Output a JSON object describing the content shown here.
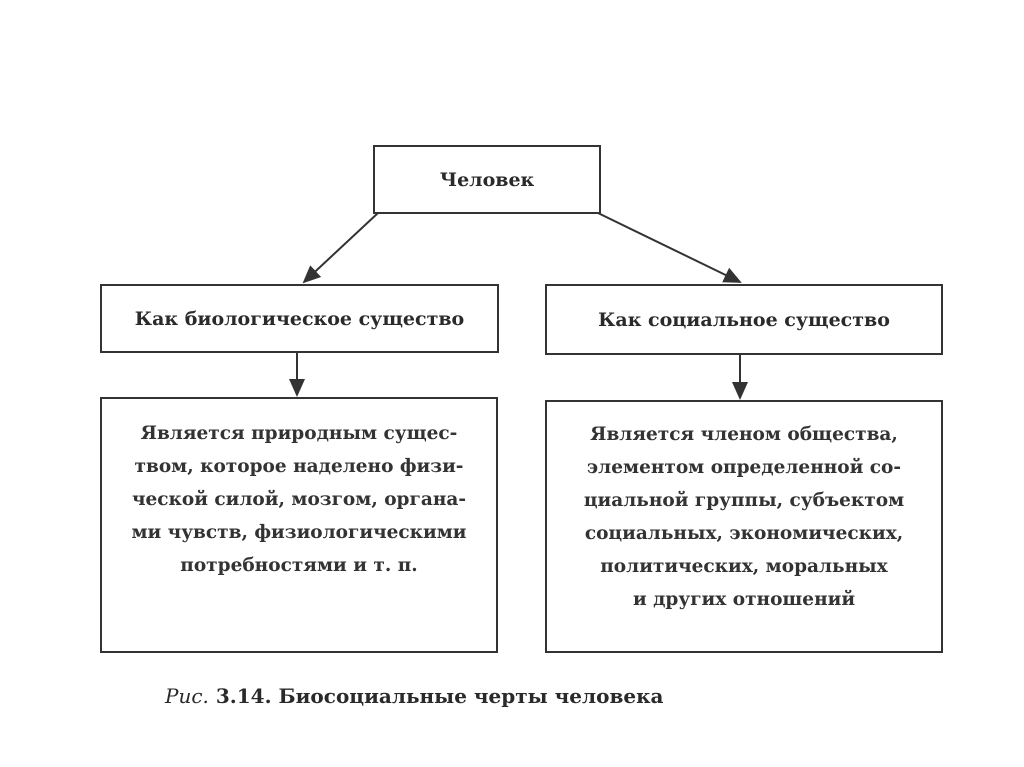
{
  "root": {
    "label": "Человек"
  },
  "branches": [
    {
      "label": "Как биологическое существо",
      "description_lines": [
        "Является природным сущес-",
        "твом, которое наделено физи-",
        "ческой силой, мозгом, органа-",
        "ми чувств, физиологическими",
        "потребностями и т. п."
      ]
    },
    {
      "label": "Как социальное существо",
      "description_lines": [
        "Является членом общества,",
        "элементом определенной со-",
        "циальной группы, субъектом",
        "социальных, экономических,",
        "политических, моральных",
        "и других отношений"
      ]
    }
  ],
  "caption": {
    "prefix": "Рис.",
    "text": " 3.14. Биосоциальные черты человека"
  }
}
